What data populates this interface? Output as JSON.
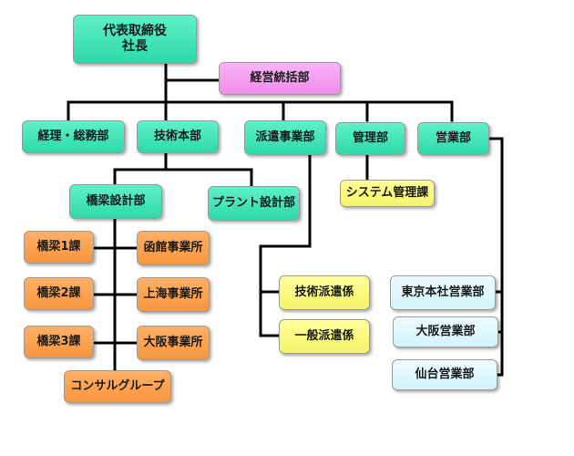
{
  "top": {
    "line1": "代表取締役",
    "line2": "社長"
  },
  "keiei": "経営統括部",
  "divisions": {
    "keiri": "経理・総務部",
    "gijutsu": "技術本部",
    "haken": "派遣事業部",
    "kanri": "管理部",
    "eigyo": "営業部"
  },
  "gijutsu_sub": {
    "kyoryo": "橋梁設計部",
    "plant": "プラント設計部"
  },
  "kyoryo_sub": {
    "ka1": "橋梁1課",
    "ka2": "橋梁2課",
    "ka3": "橋梁3課",
    "hakodate": "函館事業所",
    "shanghai": "上海事業所",
    "osaka_jigyo": "大阪事業所",
    "consul": "コンサルグループ"
  },
  "kanri_sub": {
    "system": "システム管理課"
  },
  "haken_sub": {
    "gijutsu_haken": "技術派遣係",
    "ippan_haken": "一般派遣係"
  },
  "eigyo_sub": {
    "tokyo": "東京本社営業部",
    "osaka": "大阪営業部",
    "sendai": "仙台営業部"
  }
}
